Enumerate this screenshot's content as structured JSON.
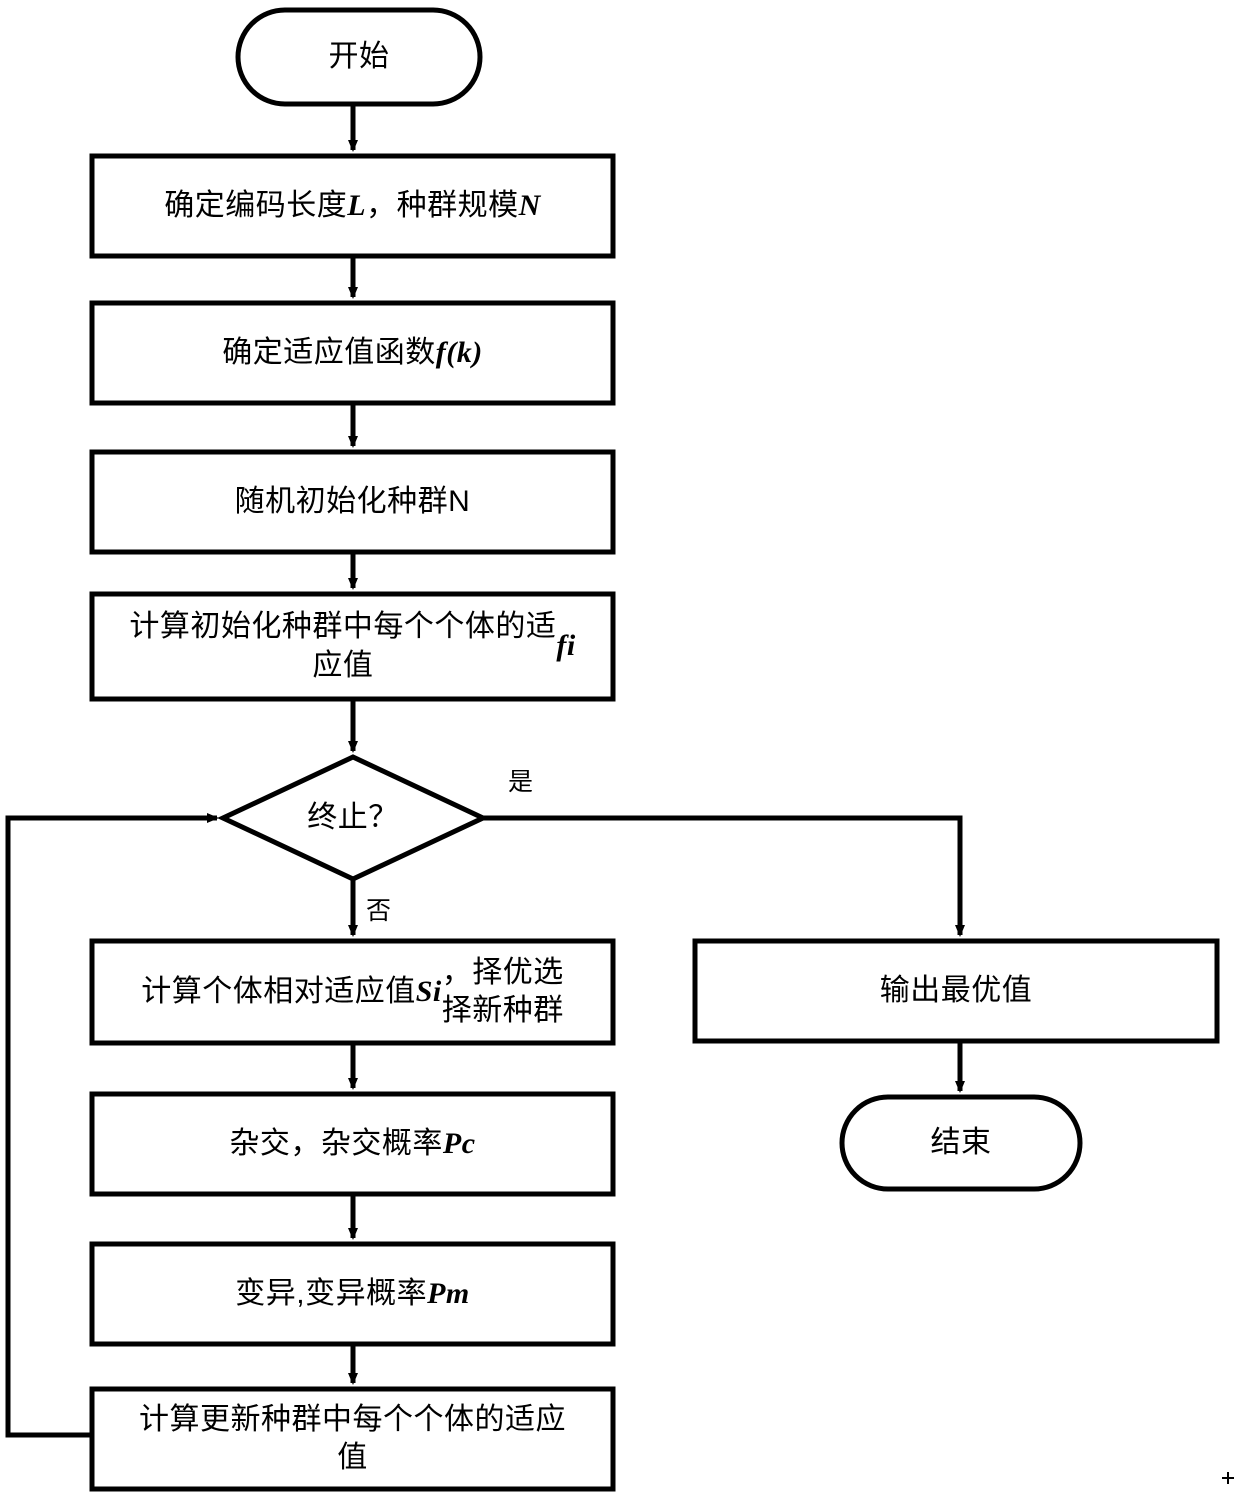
{
  "diagram": {
    "title": "遗传算法流程图",
    "language": "zh-CN",
    "stroke_color": "#000000",
    "fill_color": "#ffffff",
    "nodes": {
      "start": {
        "label": "开始",
        "shape": "terminator"
      },
      "step1": {
        "label": "确定编码长度L，种群规模N",
        "shape": "process"
      },
      "step2": {
        "label": "确定适应值函数f(k)",
        "shape": "process"
      },
      "step3": {
        "label": "随机初始化种群N",
        "shape": "process"
      },
      "step4": {
        "label": "计算初始化种群中每个个体的适\n应值fi",
        "shape": "process"
      },
      "decision": {
        "label": "终止？",
        "shape": "decision"
      },
      "step5": {
        "label": "计算个体相对适应值Si，择优选\n择新种群",
        "shape": "process"
      },
      "step6": {
        "label": "杂交，杂交概率Pc",
        "shape": "process"
      },
      "step7": {
        "label": "变异,变异概率Pm",
        "shape": "process"
      },
      "step8": {
        "label": "计算更新种群中每个个体的适应\n值",
        "shape": "process"
      },
      "output": {
        "label": "输出最优值",
        "shape": "process"
      },
      "end": {
        "label": "结束",
        "shape": "terminator"
      }
    },
    "edge_labels": {
      "yes": "是",
      "no": "否"
    }
  }
}
